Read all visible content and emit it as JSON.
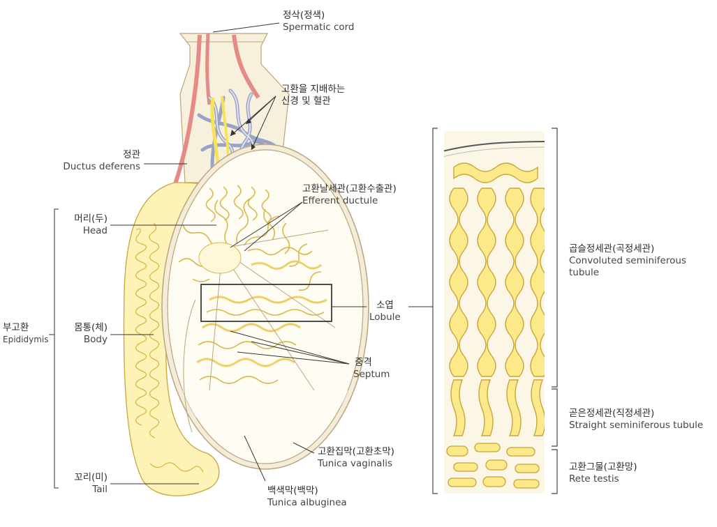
{
  "labels": {
    "spermatic_cord": {
      "ko": "정삭(정색)",
      "en": "Spermatic cord"
    },
    "nerves_vessels": {
      "ko1": "고환을 지배하는",
      "ko2": "신경 및 혈관"
    },
    "ductus_deferens": {
      "ko": "정관",
      "en": "Ductus deferens"
    },
    "efferent_ductule": {
      "ko": "고환날세관(고환수출관)",
      "en": "Efferent ductule"
    },
    "head": {
      "ko": "머리(두)",
      "en": "Head"
    },
    "epididymis": {
      "ko": "부고환",
      "en": "Epididymis"
    },
    "body": {
      "ko": "몸통(체)",
      "en": "Body"
    },
    "lobule": {
      "ko": "소엽",
      "en": "Lobule"
    },
    "septum": {
      "ko": "중격",
      "en": "Septum"
    },
    "tunica_vaginalis": {
      "ko": "고환집막(고환초막)",
      "en": "Tunica vaginalis"
    },
    "tail": {
      "ko": "꼬리(미)",
      "en": "Tail"
    },
    "tunica_albuginea": {
      "ko": "백색막(백막)",
      "en": "Tunica albuginea"
    },
    "convoluted": {
      "ko": "곱슬정세관(곡정세관)",
      "en1": "Convoluted seminiferous",
      "en2": "tubule"
    },
    "straight": {
      "ko": "곧은정세관(직정세관)",
      "en": "Straight seminiferous tubule"
    },
    "rete": {
      "ko": "고환그물(고환망)",
      "en": "Rete testis"
    }
  },
  "colors": {
    "tubule_fill": "#fbe98a",
    "tubule_stroke": "#c9a43a",
    "epididymis_fill": "#fdf3b6",
    "capsule_fill": "#f4ecd8",
    "artery": "#e58a86",
    "vein": "#b7bfd6",
    "nerve": "#f5e35a",
    "leader_line": "#333333"
  }
}
